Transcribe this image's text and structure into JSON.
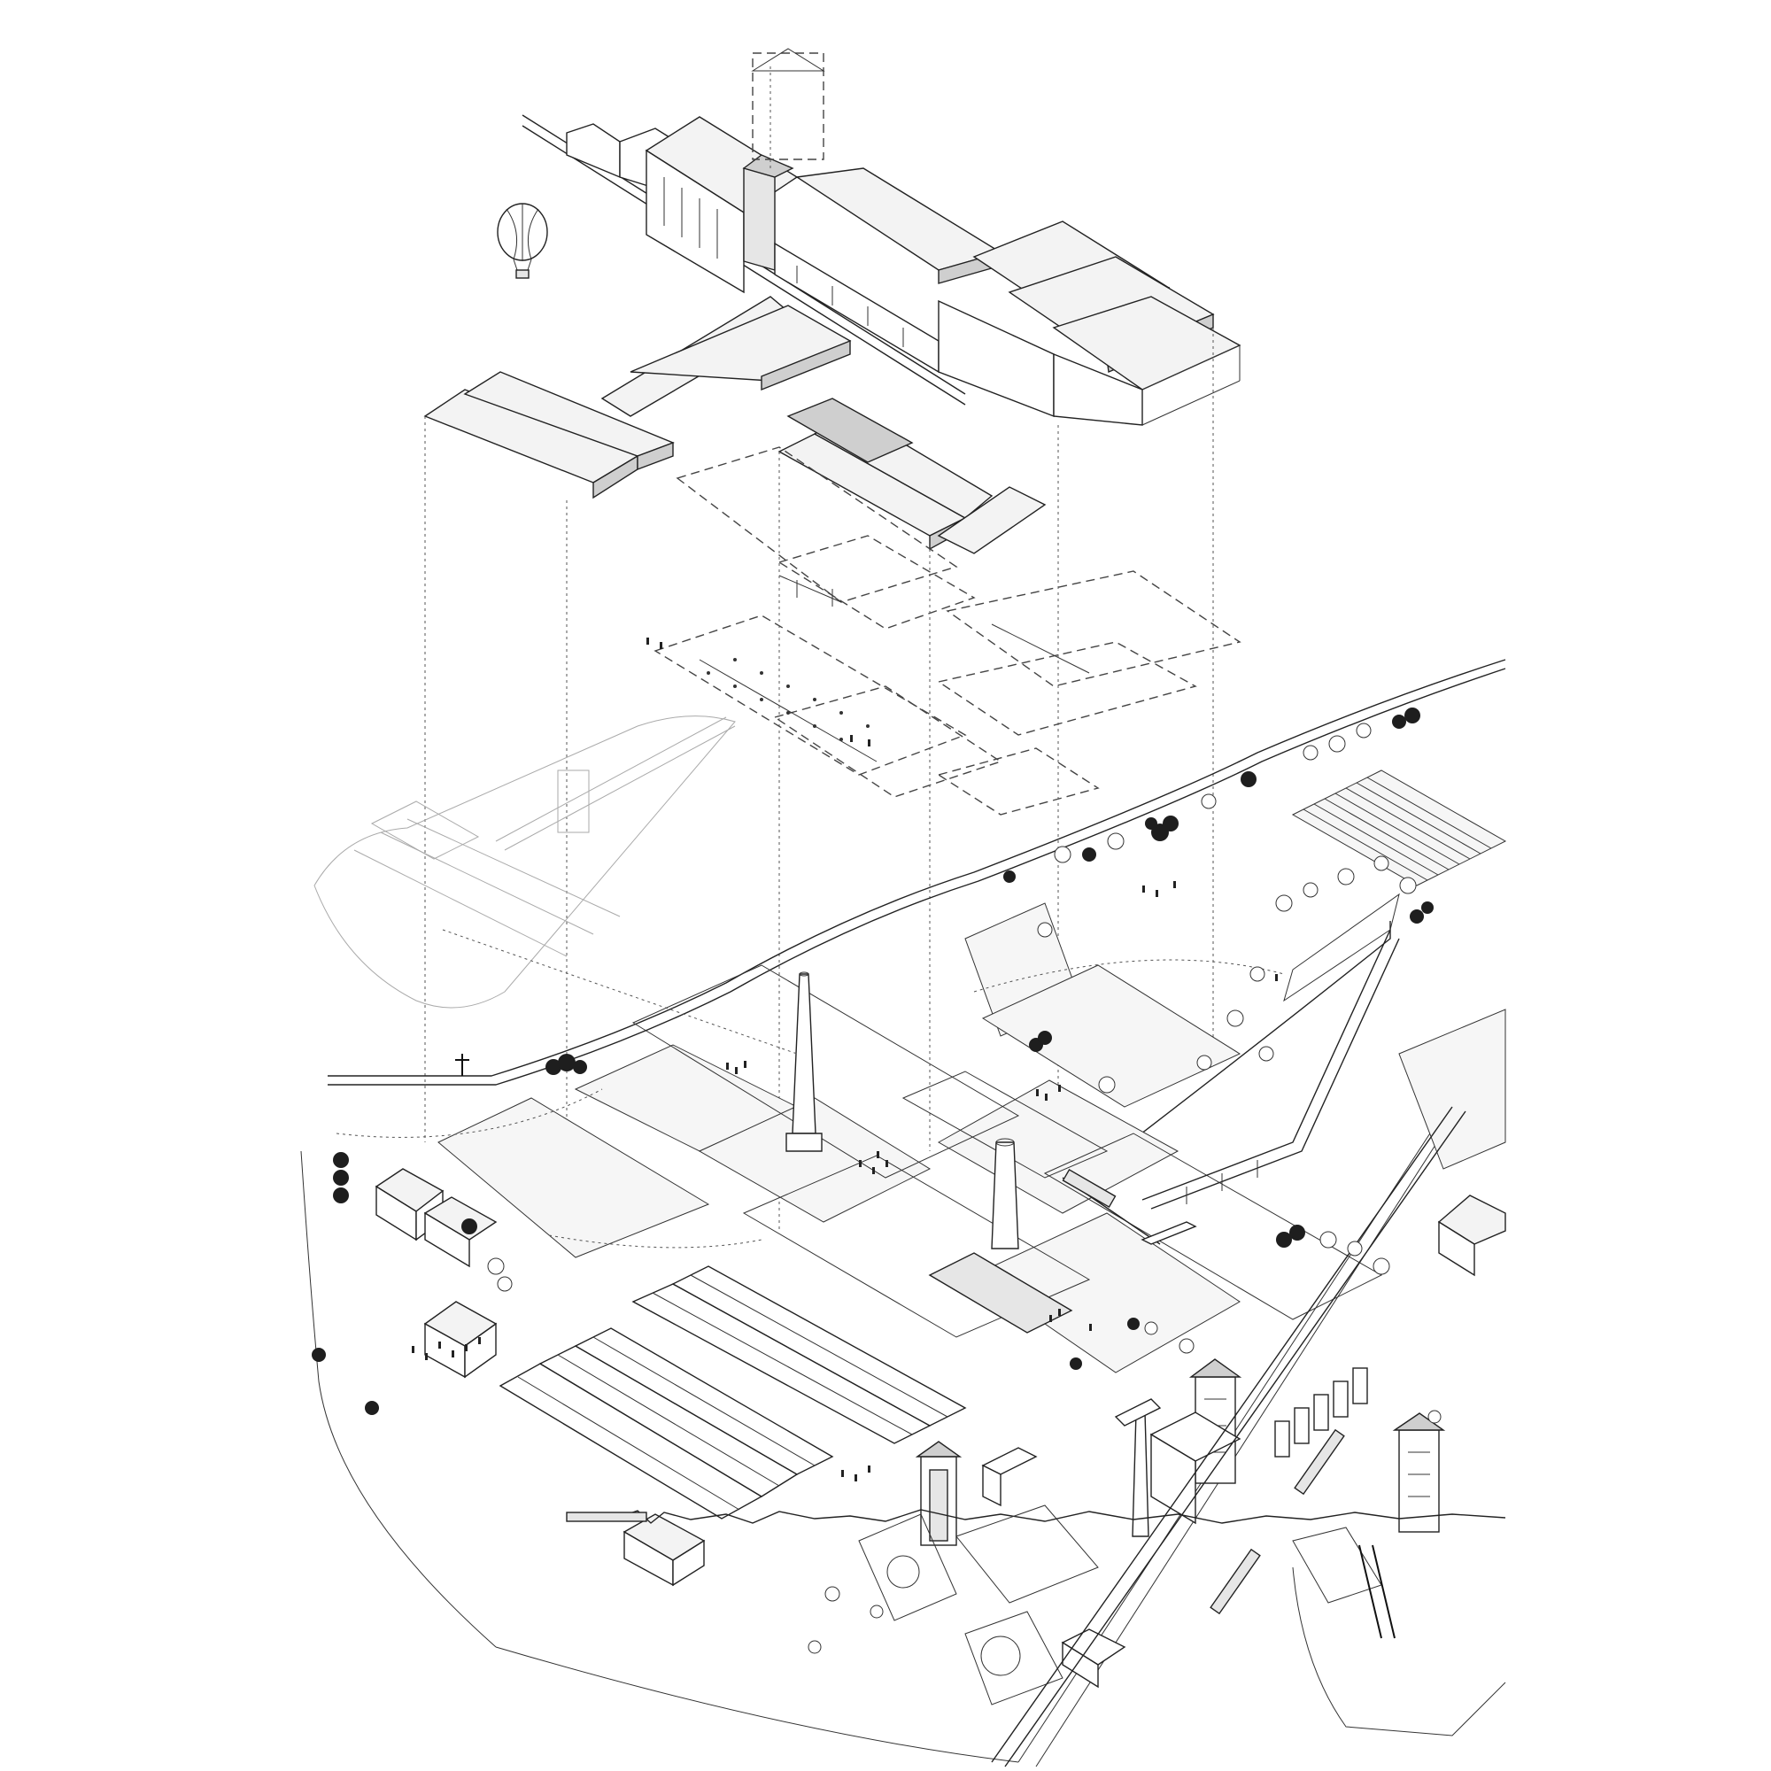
{
  "drawing": {
    "style": "exploded axonometric line drawing",
    "background": "#ffffff",
    "line_color": "#222222",
    "tree_fill": "#1e1e1e",
    "roof_shade": "#cfcfcf"
  },
  "elements": [
    "industrial-streetscape-elevation",
    "exploded-roof-layers",
    "exploded-floor-plans",
    "factory-site-axonometric",
    "chimney",
    "railway",
    "tree-rows",
    "hot-air-balloon",
    "context-inset-plan"
  ]
}
